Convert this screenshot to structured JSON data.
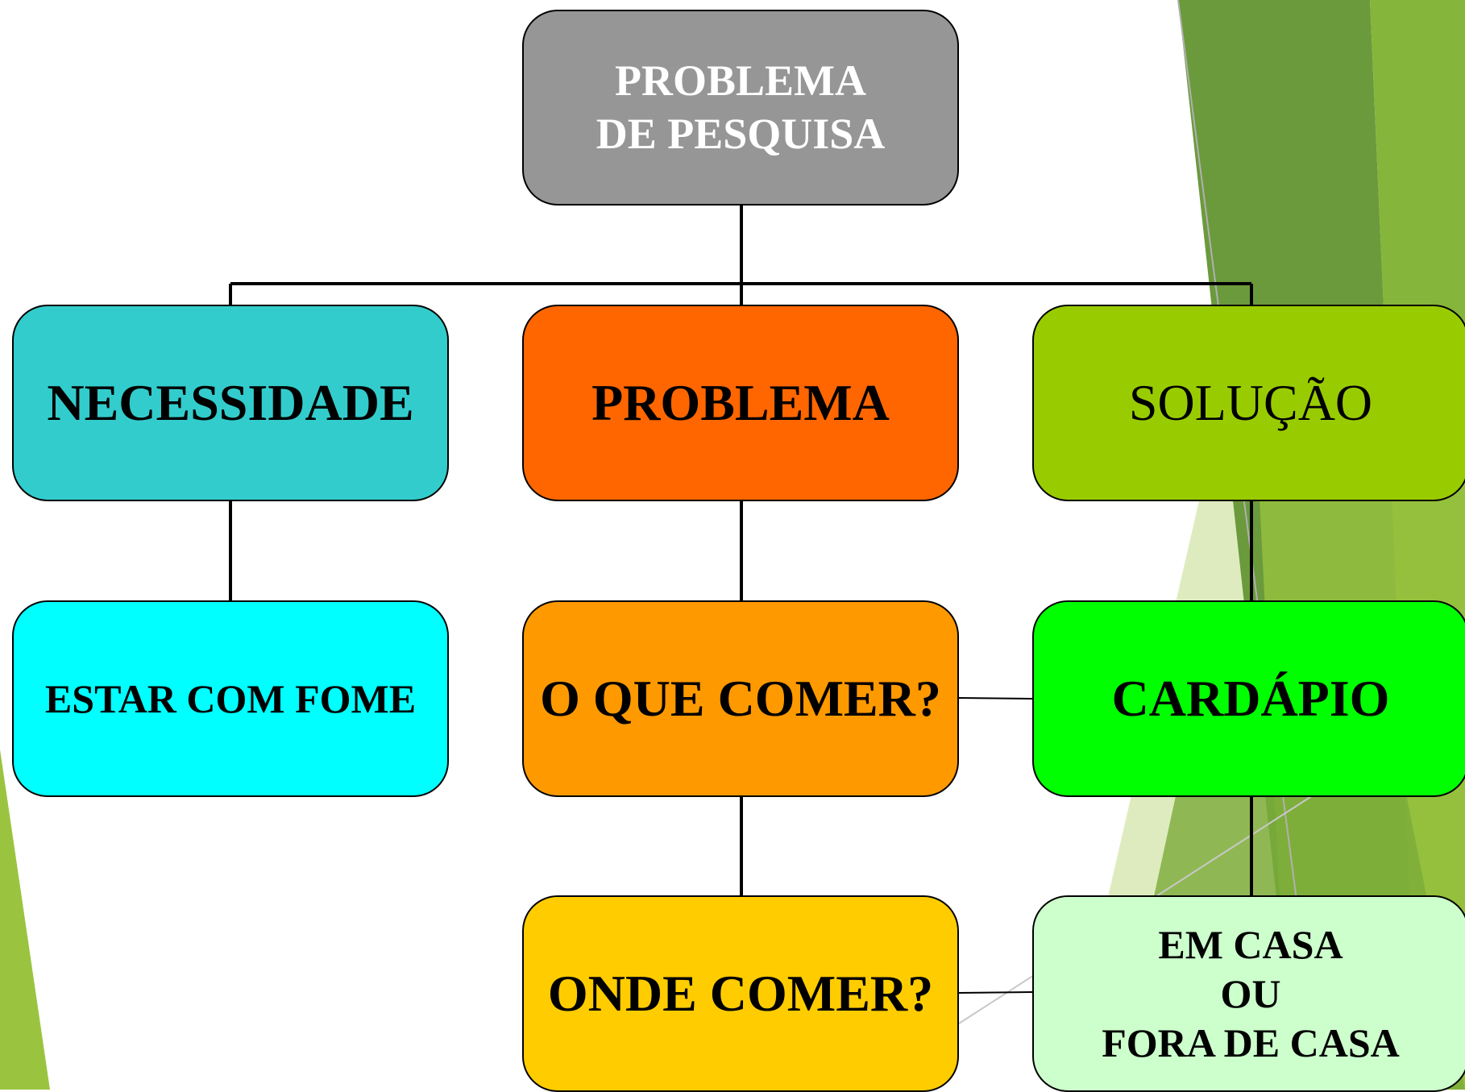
{
  "colors": {
    "root": "#969696",
    "necessidade": "#33cccc",
    "problema": "#ff6600",
    "solucao": "#99cc00",
    "estar_com_fome": "#00ffff",
    "o_que_comer": "#ff9900",
    "cardapio": "#00ff00",
    "onde_comer": "#ffcc00",
    "em_casa": "#ccffcc",
    "accent_dark": "#6b9a3c",
    "accent_light": "#9ac43f"
  },
  "nodes": {
    "root": "PROBLEMA\nDE PESQUISA",
    "necessidade": "NECESSIDADE",
    "problema": "PROBLEMA",
    "solucao": "SOLUÇÃO",
    "estar_com_fome": "ESTAR COM FOME",
    "o_que_comer": "O QUE COMER?",
    "cardapio": "CARDÁPIO",
    "onde_comer": "ONDE COMER?",
    "em_casa": "EM CASA\nOU\nFORA DE CASA"
  }
}
